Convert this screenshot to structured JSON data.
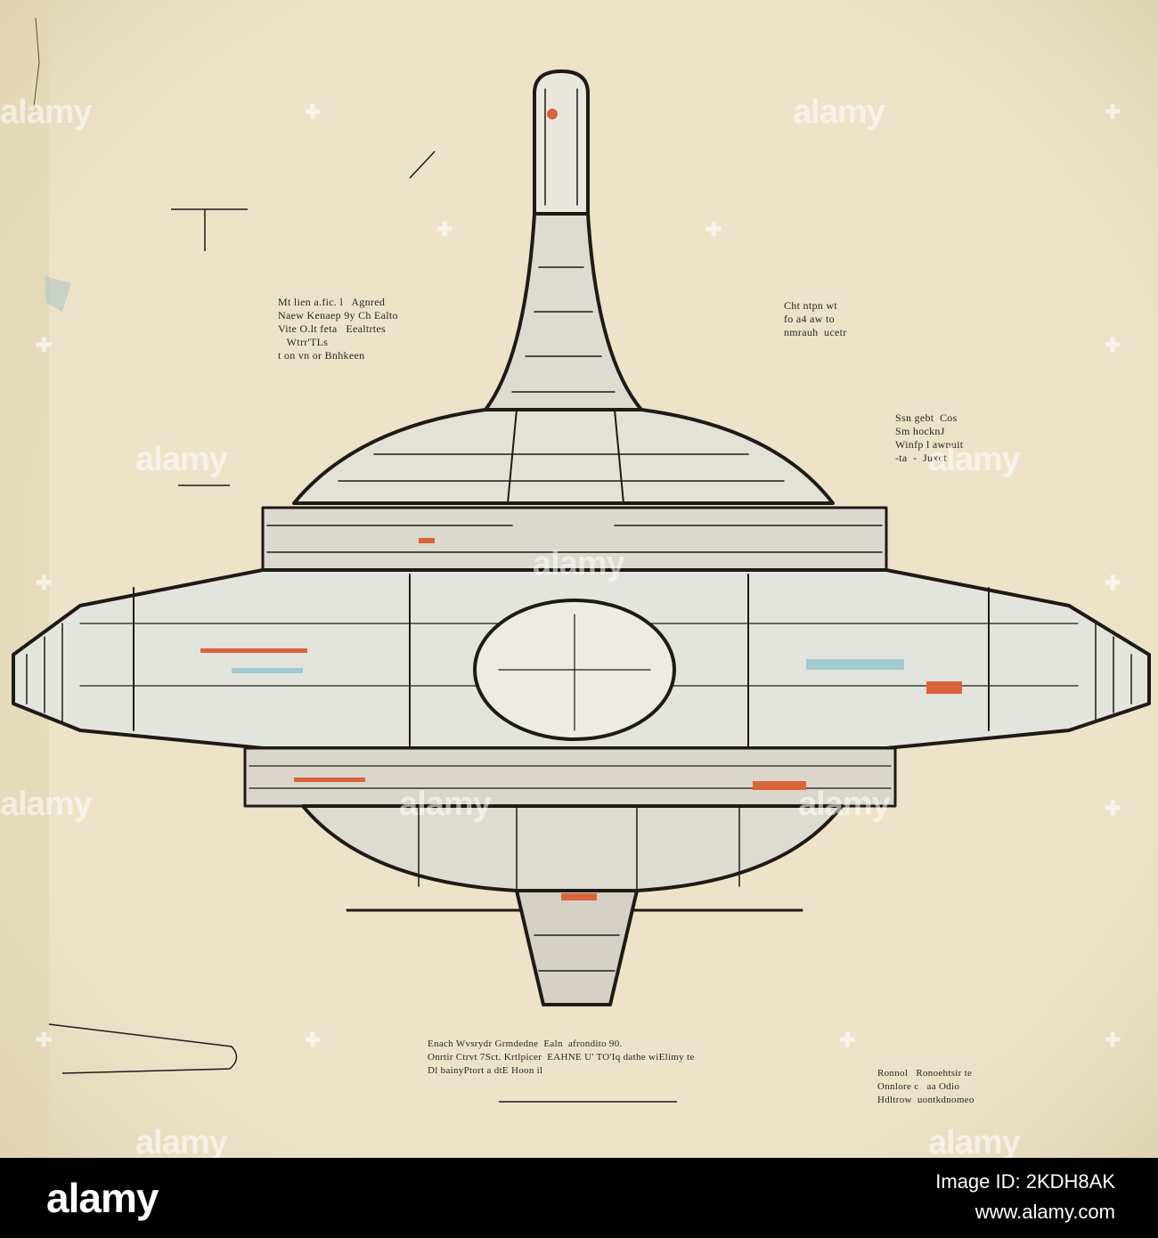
{
  "image": {
    "subject": "spaceship-blueprint",
    "paper_color": "#ece3c9",
    "ink_color": "#1e1a16",
    "accent_colors": [
      "#d9643a",
      "#8fc2cf"
    ]
  },
  "annotations": {
    "upper_left": "Mt lien a.fic. l   Agnred\nNaew Kenaep 9y Ch Ealto\nVite O.lt feta   Eealtrtes\n   Wtrr'TLs\nt on vn or Bnhkeen",
    "upper_right": "Cht ntpn wt\nfo a4 aw to\nnmrauh  ucetr",
    "right_mid": "Ssn gebt  Cos\nSm hocknJ\nWinfp l awnuit\n-ta  -  Juxct",
    "bottom_center": "Enach Wvsrydr Grmdedne  Ealn  afrondito 90.\nOnrtir Ctrvt 7Sct. Krtlpicer  EAHNE U' TO'Iq dathe wiElimy te\nDl bainyPtort a dtE Hoon il",
    "bottom_right": "Ronnol   Ronoehtsir te\nOnnlore c   aa Odio\nHdltrow  uontkdnomeo"
  },
  "watermark": {
    "text": "alamy"
  },
  "footer": {
    "logo_text": "alamy",
    "image_id": "Image ID: 2KDH8AK",
    "url": "www.alamy.com"
  }
}
